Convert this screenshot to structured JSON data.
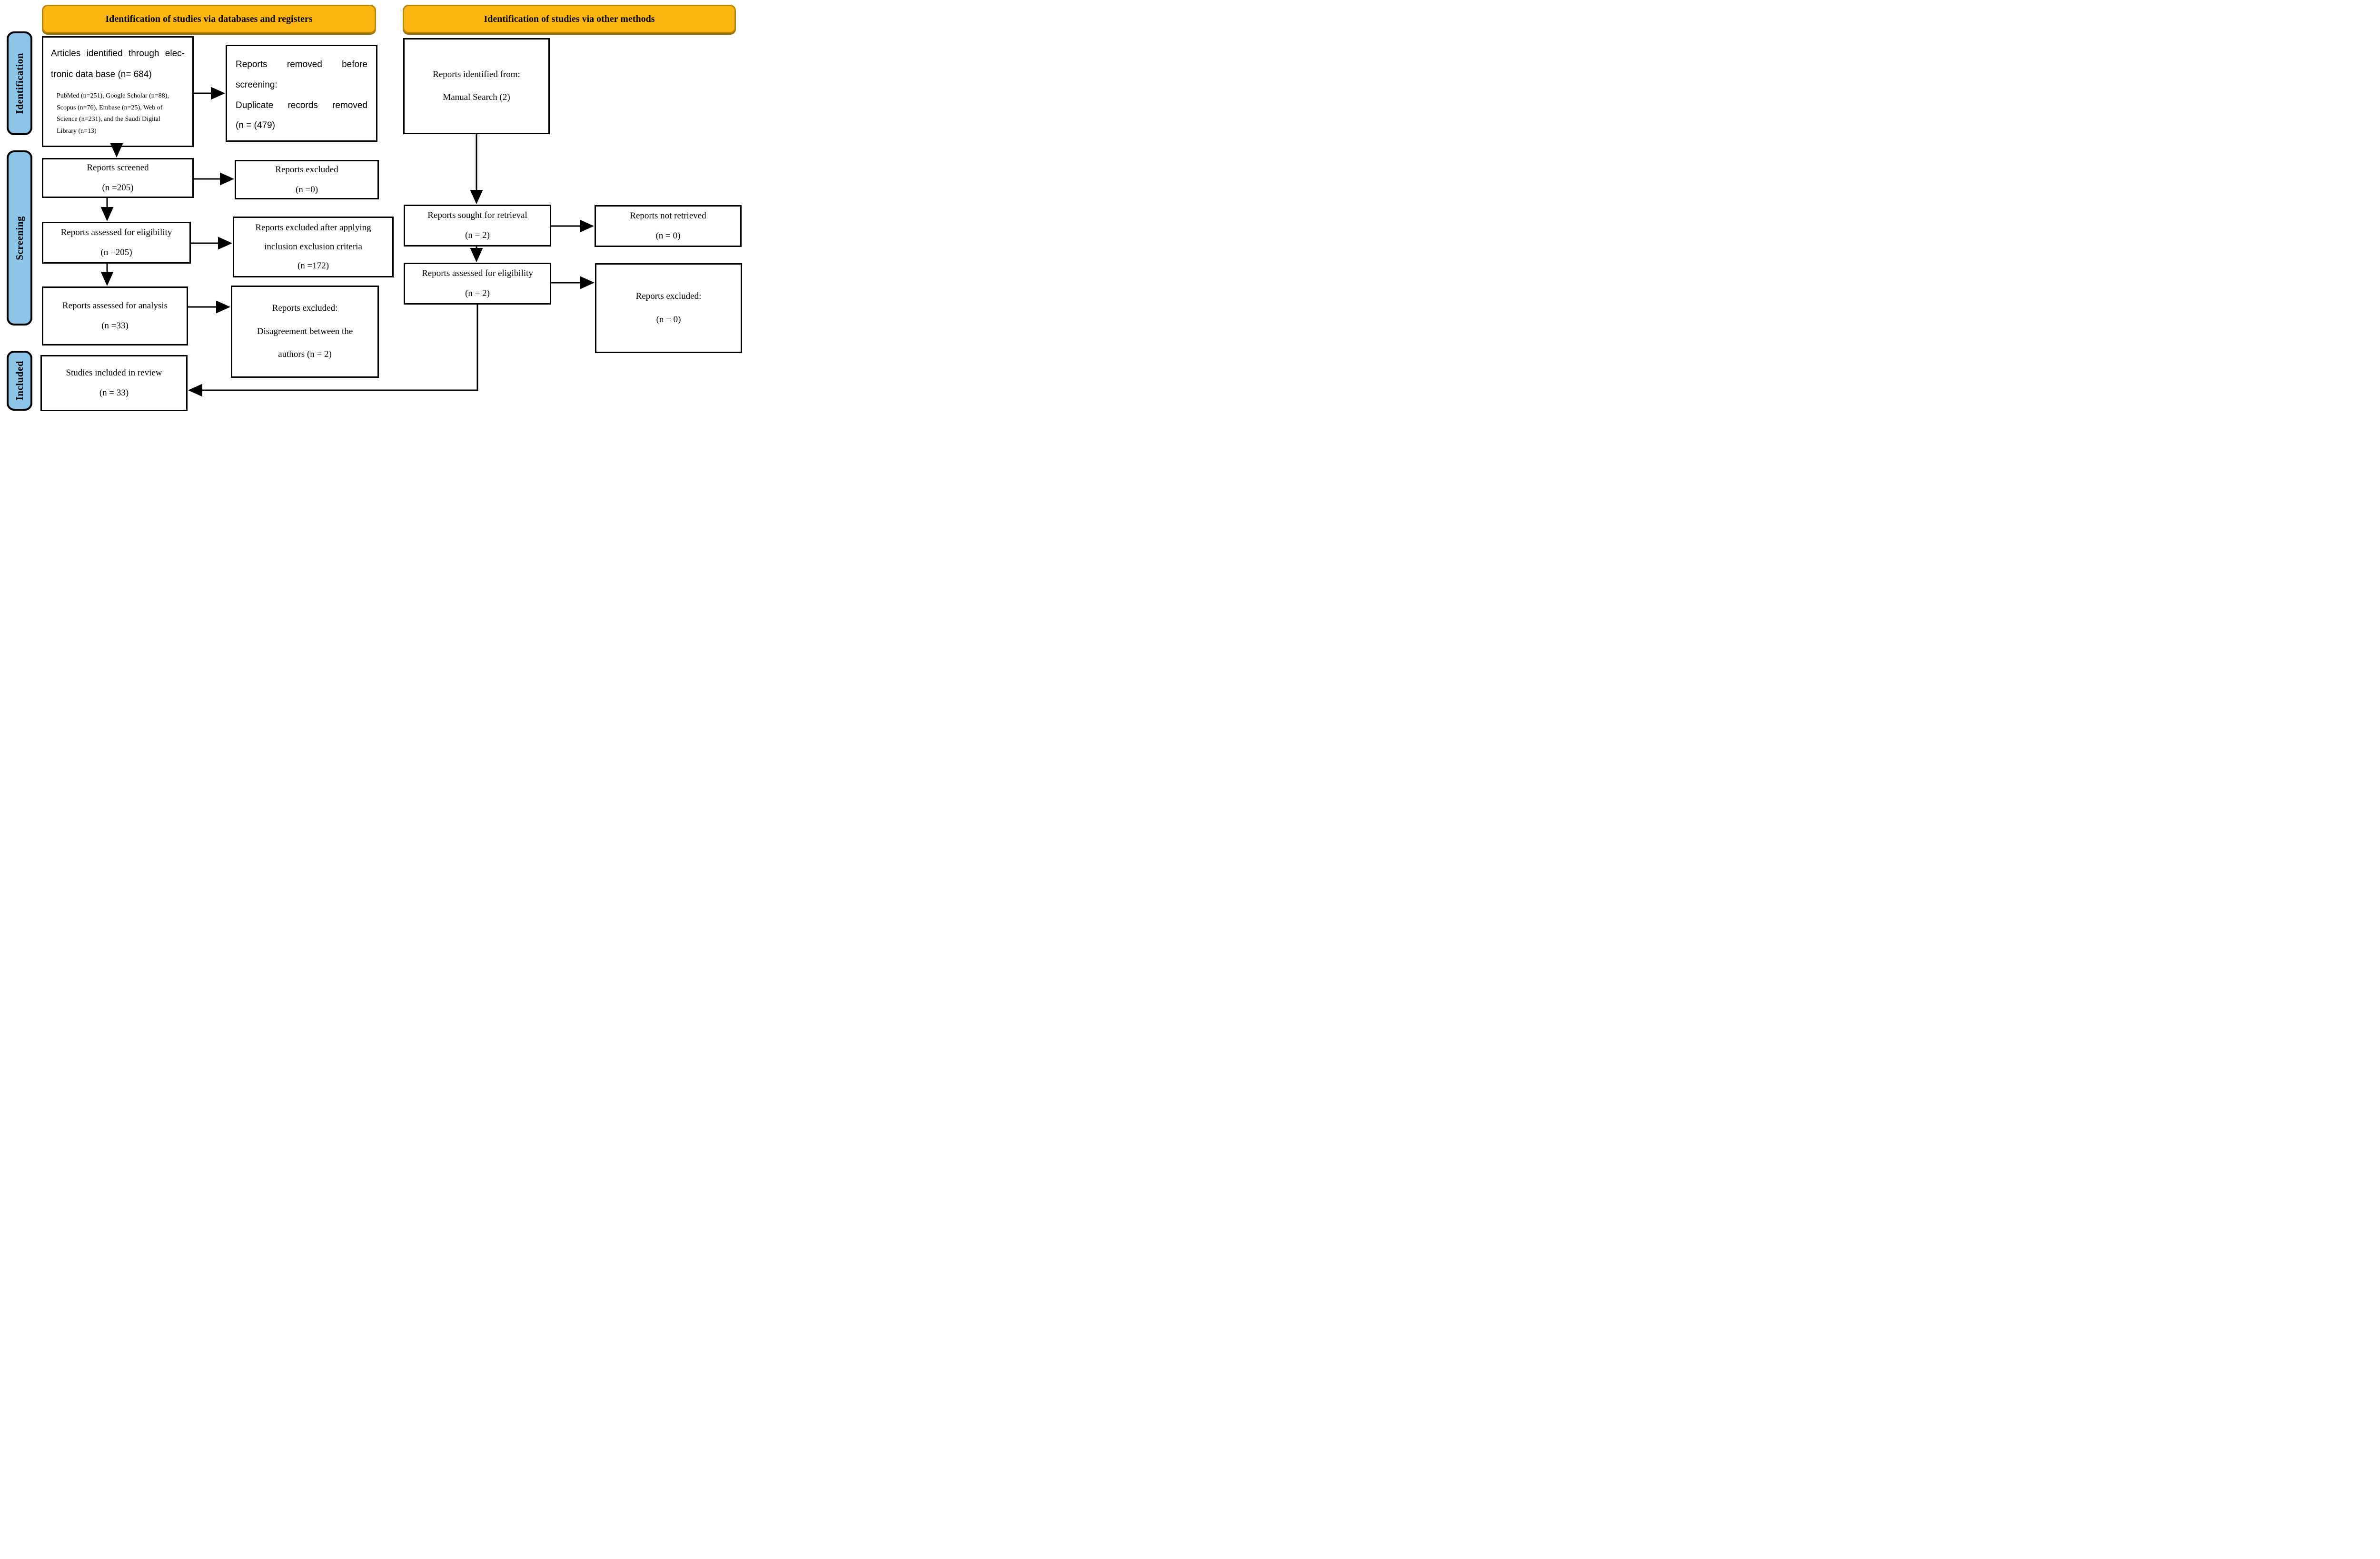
{
  "headers": {
    "databases": "Identification of studies via databases and registers",
    "other": "Identification of studies via other methods"
  },
  "stages": {
    "identification": "Identification",
    "screening": "Screening",
    "included": "Included"
  },
  "colors": {
    "banner_fill": "#FBB612",
    "banner_border": "#B98608",
    "stage_fill": "#8CC5E8",
    "box_border": "#000000",
    "background": "#FFFFFF"
  },
  "boxes": {
    "articles": {
      "line1": "Articles identified through elec-",
      "line2": "tronic data base (n= 684)",
      "sources": "PubMed (n=251), Google Scholar (n=88), Scopus (n=76), Embase (n=25), Web of Science (n=231), and the Saudi Digital Library (n=13)"
    },
    "removed_before_screening": {
      "lines": [
        "Reports removed before",
        "screening:",
        "Duplicate records removed",
        "(n = (479)"
      ]
    },
    "screened": {
      "line1": "Reports screened",
      "line2": "(n =205)"
    },
    "excluded_screening": {
      "line1": "Reports excluded",
      "line2": "(n =0)"
    },
    "eligibility": {
      "line1": "Reports assessed for eligibility",
      "line2": "(n =205)"
    },
    "excluded_criteria": {
      "lines": [
        "Reports excluded after applying",
        "inclusion exclusion criteria",
        "(n =172)"
      ]
    },
    "analysis": {
      "line1": "Reports assessed for analysis",
      "line2": "(n =33)"
    },
    "excluded_disagreement": {
      "lines": [
        "Reports excluded:",
        "Disagreement between the",
        "authors (n = 2)"
      ]
    },
    "included_review": {
      "line1": "Studies included in review",
      "line2": "(n = 33)"
    },
    "manual_search": {
      "line1": "Reports identified from:",
      "line2": "Manual Search (2)"
    },
    "sought_retrieval": {
      "line1": "Reports sought for retrieval",
      "line2": "(n = 2)"
    },
    "not_retrieved": {
      "line1": "Reports not retrieved",
      "line2": "(n = 0)"
    },
    "eligibility_other": {
      "line1": "Reports assessed for eligibility",
      "line2": "(n = 2)"
    },
    "excluded_other": {
      "line1": "Reports excluded:",
      "line2": "(n = 0)"
    }
  }
}
